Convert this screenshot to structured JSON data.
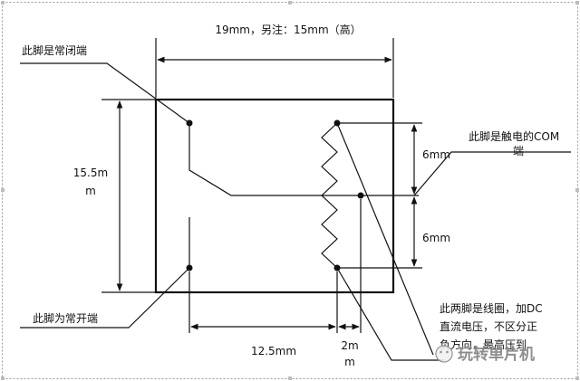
{
  "diagram": {
    "top_dimension": "19mm，另注：15mm（高）",
    "height_dimension": {
      "line1": "15.5m",
      "line2": "m"
    },
    "upper_coil_gap": "6mm",
    "lower_coil_gap": "6mm",
    "bottom_span": "12.5mm",
    "coil_pin_gap": {
      "line1": "2m",
      "line2": "m"
    },
    "labels": {
      "normally_closed": "此脚是常闭端",
      "normally_open": "此脚为常开端",
      "com": {
        "line1": "此脚是触电的COM",
        "line2": "端"
      },
      "coil_note": {
        "line1": "此两脚是线圈，加DC",
        "line2": "直流电压，不区分正",
        "line3": "负方向，最高压到"
      }
    },
    "watermark": "玩转单片机"
  },
  "colors": {
    "line": "#111111",
    "frame": "#9a9a9a",
    "watermark": "#7a7a7a"
  }
}
